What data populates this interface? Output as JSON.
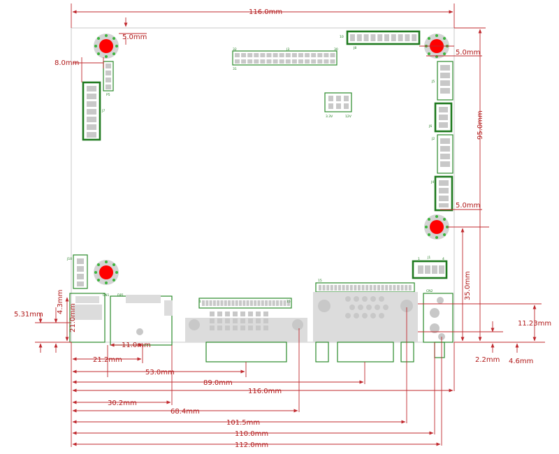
{
  "dimensions": {
    "top_width": "116.0mm",
    "right_height": "95.0mm",
    "hole_top_left_offset": "5.0mm",
    "hole_top_right_offset": "5.0mm",
    "hole_mid_right_offset": "5.0mm",
    "conn_left_offset": "8.0mm",
    "right_35": "35.0mm",
    "right_1123": "11.23mm",
    "right_22": "2.2mm",
    "right_46": "4.6mm",
    "left_531": "5.31mm",
    "left_43": "4.3mm",
    "left_210": "21.0mm",
    "bottom_110_inner": "11.0mm",
    "bottom_212": "21.2mm",
    "bottom_530": "53.0mm",
    "bottom_890": "89.0mm",
    "bottom_1160": "116.0mm",
    "bottom_302": "30.2mm",
    "bottom_684": "68.4mm",
    "bottom_1015": "101.5mm",
    "bottom_1100": "110.0mm",
    "bottom_1120": "112.0mm"
  },
  "connector_labels": {
    "header_top_left": "32",
    "header_top_right": "30",
    "header_bottom_left": "31",
    "header_ref": "J3",
    "top_conn_num": "10",
    "top_conn_ref": "J8",
    "small_conn_1": "1",
    "small_conn_4": "4",
    "small_conn_ref": "J1",
    "dvi_left_num": "1",
    "dvi_right_num": "15",
    "vga_num": "15",
    "jumper_left": "3.3V",
    "jumper_right": "12V",
    "ref_J7": "J7",
    "ref_P5": "P5",
    "ref_DP1": "DP1",
    "ref_CN1": "CN1",
    "ref_CN2": "CN2",
    "ref_J5": "J5",
    "ref_J6": "J6",
    "ref_J2": "J2",
    "ref_J4": "J4",
    "ref_J10": "J10"
  },
  "colors": {
    "dimension": "#c0282d",
    "component": "#2a8a2a",
    "mounting_hole": "#ff0000",
    "pad": "#c8c8c8"
  }
}
